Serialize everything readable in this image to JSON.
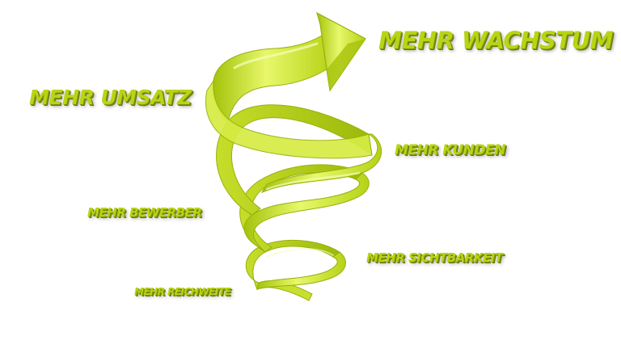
{
  "labels": {
    "wachstum": "MEHR WACHSTUM",
    "umsatz": "MEHR UMSATZ",
    "kunden": "MEHR KUNDEN",
    "bewerber": "MEHR BEWERBER",
    "sichtbarkeit": "MEHR SICHTBARKEIT",
    "reichweite": "MEHR REICHWEITE"
  },
  "colors": {
    "accent": "#b8d414",
    "accent_dark": "#8ea30c",
    "accent_light": "#e6f57a",
    "background": "#ffffff"
  }
}
